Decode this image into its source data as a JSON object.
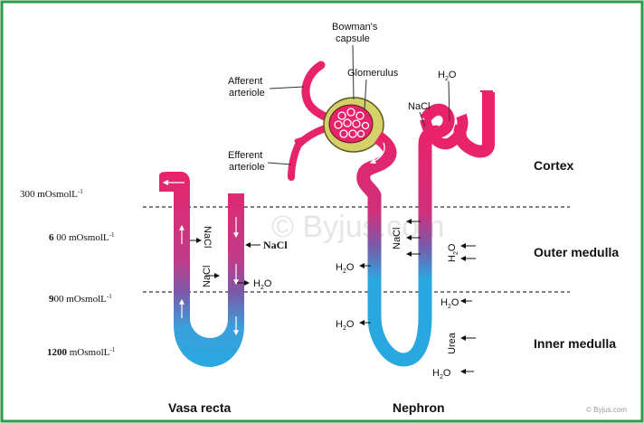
{
  "labels": {
    "bowmans_capsule_line1": "Bowman's",
    "bowmans_capsule_line2": "capsule",
    "glomerulus": "Glomerulus",
    "afferent_line1": "Afferent",
    "afferent_line2": "arteriole",
    "efferent_line1": "Efferent",
    "efferent_line2": "arteriole",
    "nacl_top": "NaCl",
    "h2o_top": "H",
    "cortex": "Cortex",
    "outer_medulla": "Outer medulla",
    "inner_medulla": "Inner medulla",
    "vasa_recta": "Vasa recta",
    "nephron": "Nephron",
    "watermark": "© Byjus.com",
    "corner_credit": "© Byjus.com"
  },
  "osmolarity": [
    {
      "value": "300 mOsmolL",
      "sup": "-1"
    },
    {
      "value_bold": "6",
      "value": " 00 mOsmolL",
      "sup": "-1"
    },
    {
      "value_bold": "9",
      "value": "00 mOsmolL",
      "sup": "-1"
    },
    {
      "value_bold": "1200",
      "value": " mOsmolL",
      "sup": "-1"
    }
  ],
  "vasa_labels": {
    "nacl_up": "NaCl",
    "nacl_down": "NaCl",
    "nacl_in": "NaCl",
    "h2o_out": "H",
    "h2o_sub": "2",
    "h2o_o": "O"
  },
  "nephron_labels": {
    "nacl_ascending": "NaCl",
    "h2o_left_1": "H",
    "h2o_left_2": "H",
    "h2o_cd_outer": "H",
    "h2o_cd_mid": "H",
    "h2o_cd_bottom": "H",
    "urea": "Urea",
    "sub": "2",
    "o": "O"
  },
  "colors": {
    "frame": "#2e9a4a",
    "pink": "#e8236a",
    "blue": "#29a8e0",
    "purple": "#7a5aa8",
    "capsule": "#d4d06a",
    "capsule_stroke": "#5a5a1a",
    "text": "#1a1a1a"
  }
}
